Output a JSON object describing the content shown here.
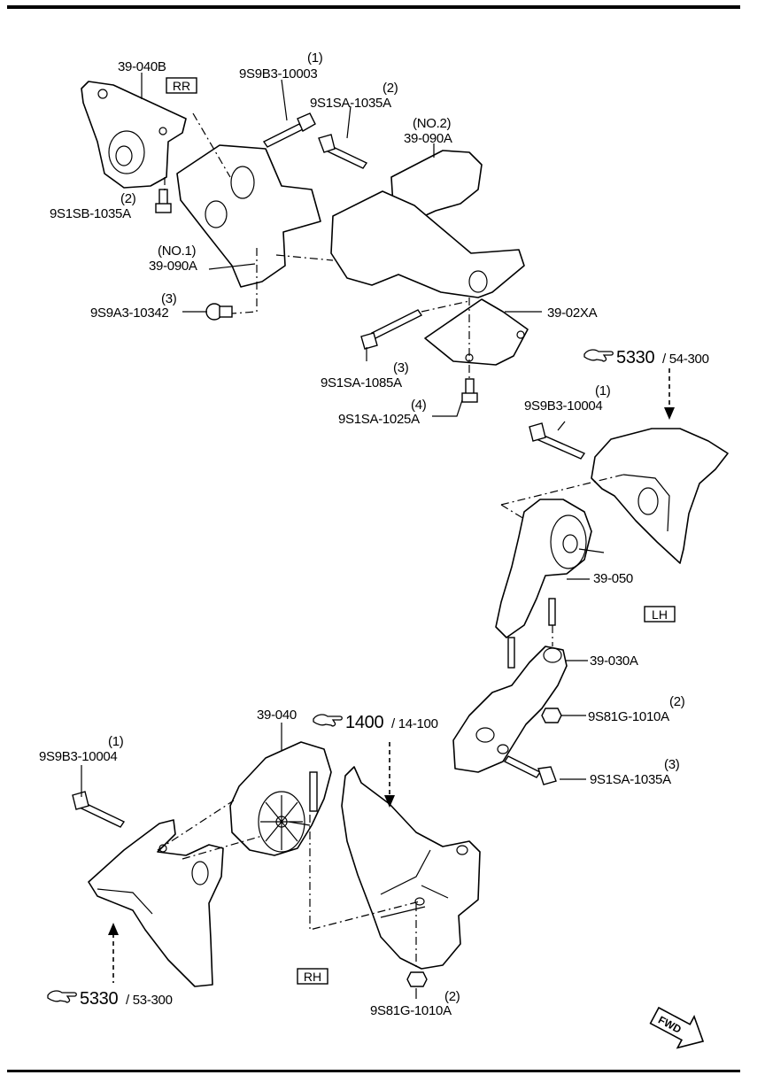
{
  "sections": {
    "rr": "RR",
    "lh": "LH",
    "rh": "RH"
  },
  "labels": {
    "p39_040B": "39-040B",
    "b1_idx": "(1)",
    "b1_num": "9S9B3-10003",
    "b2_idx": "(2)",
    "b2_num": "9S1SA-1035A",
    "no2": "(NO.2)",
    "p39_090A_2": "39-090A",
    "b3_idx": "(2)",
    "b3_num": "9S1SB-1035A",
    "no1": "(NO.1)",
    "p39_090A_1": "39-090A",
    "b4_idx": "(3)",
    "b4_num": "9S9A3-10342",
    "p39_02XA": "39-02XA",
    "b5_idx": "(3)",
    "b5_num": "9S1SA-1085A",
    "b6_idx": "(4)",
    "b6_num": "9S1SA-1025A",
    "ref1_main": "5330",
    "ref1_sub": "/ 54-300",
    "b7_idx": "(1)",
    "b7_num": "9S9B3-10004",
    "p39_050": "39-050",
    "p39_030A": "39-030A",
    "b8_idx": "(2)",
    "b8_num": "9S81G-1010A",
    "b9_idx": "(3)",
    "b9_num": "9S1SA-1035A",
    "p39_040": "39-040",
    "ref2_main": "1400",
    "ref2_sub": "/ 14-100",
    "b10_idx": "(1)",
    "b10_num": "9S9B3-10004",
    "ref3_main": "5330",
    "ref3_sub": "/ 53-300",
    "b11_idx": "(2)",
    "b11_num": "9S81G-1010A",
    "fwd": "FWD"
  },
  "icons": {
    "reference": "pointing-hand-icon",
    "forward": "forward-arrow-icon"
  }
}
